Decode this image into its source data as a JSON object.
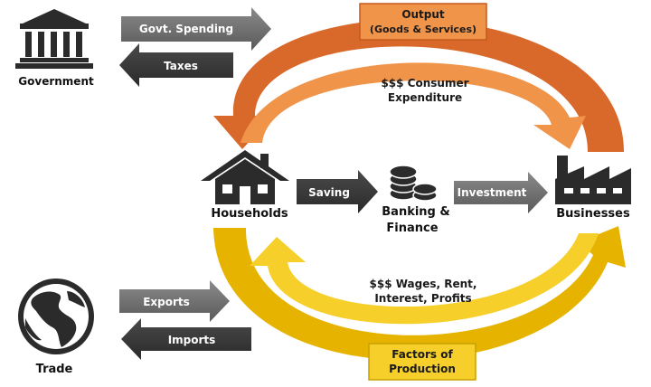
{
  "colors": {
    "orange_dark": "#d9692a",
    "orange_light": "#f0944a",
    "yellow_dark": "#e6b400",
    "yellow_light": "#f6cf2a",
    "arrow_grey": "#6e6e6e",
    "icon_dark": "#2b2b2b"
  },
  "nodes": {
    "government": "Government",
    "households": "Households",
    "banking_line1": "Banking &",
    "banking_line2": "Finance",
    "businesses": "Businesses",
    "trade": "Trade"
  },
  "flows": {
    "govt_spending": "Govt. Spending",
    "taxes": "Taxes",
    "saving": "Saving",
    "investment": "Investment",
    "exports": "Exports",
    "imports": "Imports",
    "output_line1": "Output",
    "output_line2": "(Goods & Services)",
    "consumer_line1": "$$$ Consumer",
    "consumer_line2": "Expenditure",
    "wages_line1": "$$$ Wages, Rent,",
    "wages_line2": "Interest, Profits",
    "factors_line1": "Factors of",
    "factors_line2": "Production"
  }
}
